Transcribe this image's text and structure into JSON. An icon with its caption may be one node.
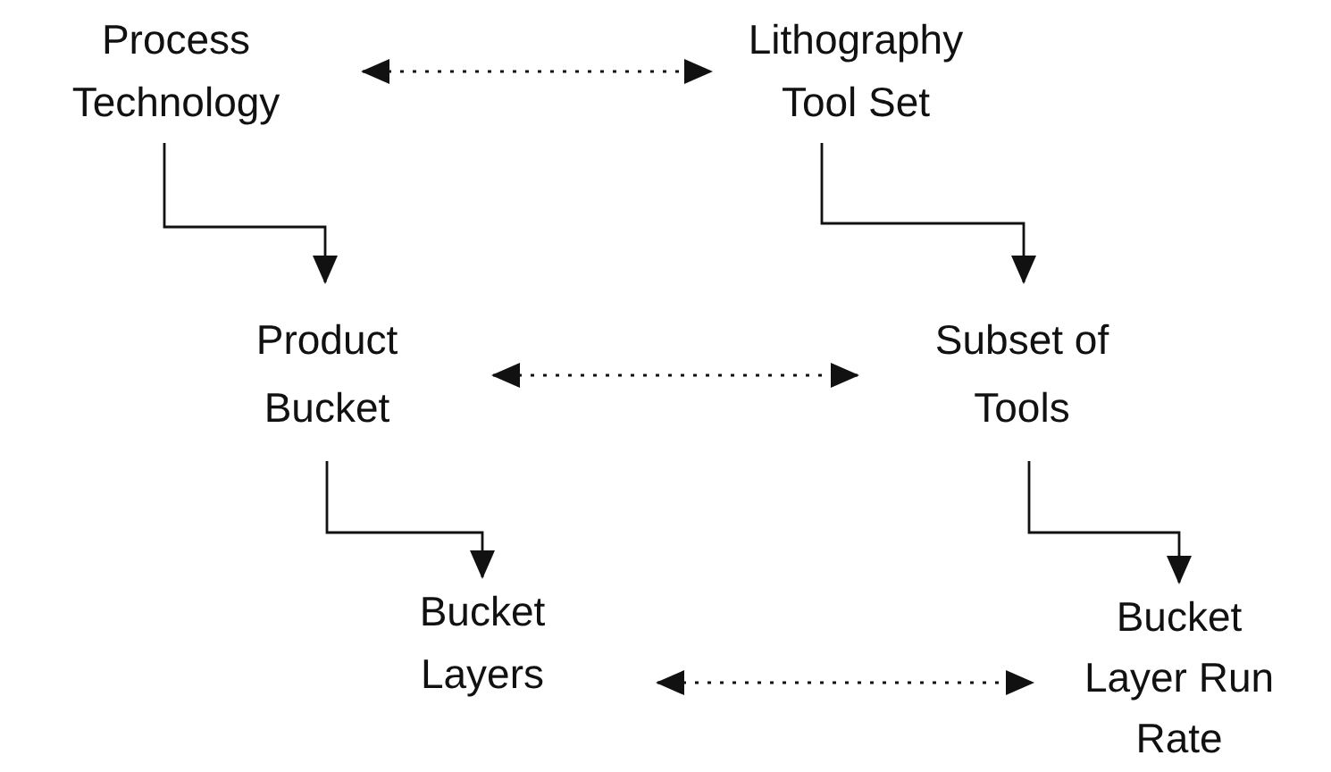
{
  "diagram": {
    "nodes": [
      {
        "text": [
          "Process Technology"
        ]
      },
      {
        "text": [
          "Lithography Tool Set"
        ]
      },
      {
        "text": [
          "Product Bucket"
        ]
      },
      {
        "text": [
          "Subset of Tools"
        ]
      },
      {
        "text": [
          "Bucket Layers"
        ]
      },
      {
        "text": [
          "Bucket Layer Run Rate"
        ]
      }
    ],
    "edges": [
      {
        "from": 0,
        "to": 1,
        "arrow": "both",
        "style": "dashed"
      },
      {
        "from": 0,
        "to": 2,
        "arrow": "to"
      },
      {
        "from": 1,
        "to": 3,
        "arrow": "to"
      },
      {
        "from": 2,
        "to": 3,
        "arrow": "both",
        "style": "dashed"
      },
      {
        "from": 2,
        "to": 4,
        "arrow": "to"
      },
      {
        "from": 3,
        "to": 5,
        "arrow": "to"
      },
      {
        "from": 4,
        "to": 5,
        "arrow": "both",
        "style": "dashed"
      }
    ]
  }
}
